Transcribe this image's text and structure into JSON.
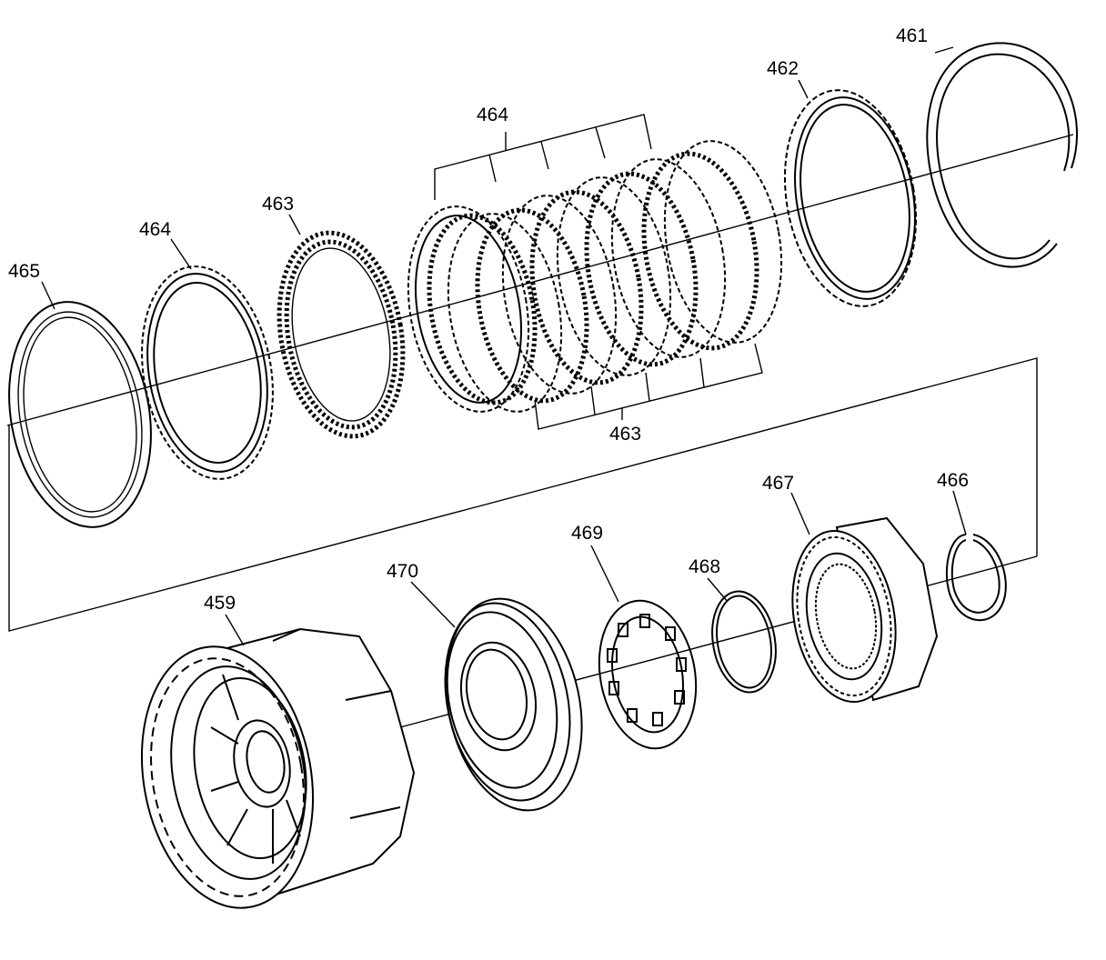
{
  "callouts": {
    "c461": "461",
    "c462": "462",
    "c463_top": "463",
    "c463_bottom": "463",
    "c464_left": "464",
    "c464_top": "464",
    "c465": "465",
    "c466": "466",
    "c467": "467",
    "c468": "468",
    "c469": "469",
    "c470": "470",
    "c459": "459"
  }
}
